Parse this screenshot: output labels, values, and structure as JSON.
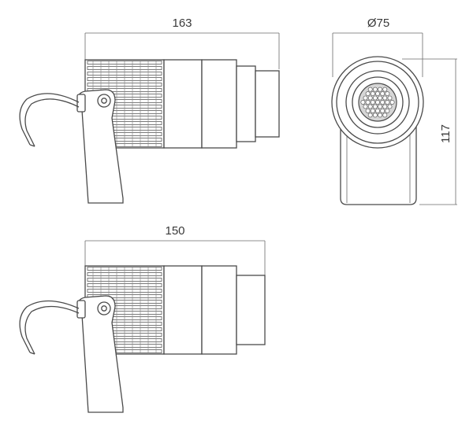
{
  "dimensions": {
    "top_length": "163",
    "front_diameter": "Ø75",
    "front_height": "117",
    "bottom_length": "150"
  }
}
